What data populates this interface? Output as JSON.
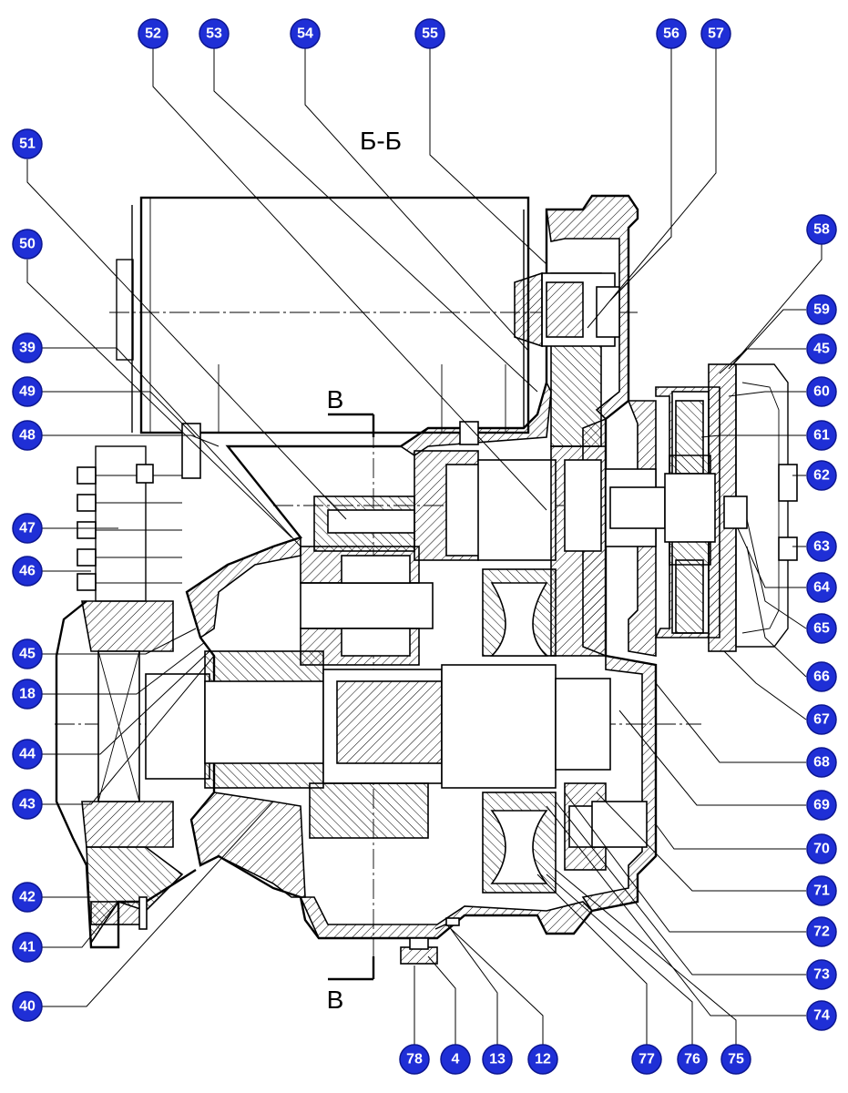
{
  "section_labels": {
    "main": "Б-Б",
    "cut_top": "В",
    "cut_bottom": "В"
  },
  "callouts": {
    "c52": "52",
    "c53": "53",
    "c54": "54",
    "c55": "55",
    "c56": "56",
    "c57": "57",
    "c51": "51",
    "c50": "50",
    "c39": "39",
    "c49": "49",
    "c48": "48",
    "c47": "47",
    "c46": "46",
    "c45a": "45",
    "c18": "18",
    "c44": "44",
    "c43": "43",
    "c42": "42",
    "c41": "41",
    "c40": "40",
    "c58": "58",
    "c59": "59",
    "c45b": "45",
    "c60": "60",
    "c61": "61",
    "c62": "62",
    "c63": "63",
    "c64": "64",
    "c65": "65",
    "c66": "66",
    "c67": "67",
    "c68": "68",
    "c69": "69",
    "c70": "70",
    "c71": "71",
    "c72": "72",
    "c73": "73",
    "c74": "74",
    "c78": "78",
    "c4": "4",
    "c13": "13",
    "c12": "12",
    "c77": "77",
    "c76": "76",
    "c75": "75"
  },
  "colors": {
    "callout_fill": "#1f2fd6",
    "line": "#000000",
    "background": "#ffffff"
  }
}
